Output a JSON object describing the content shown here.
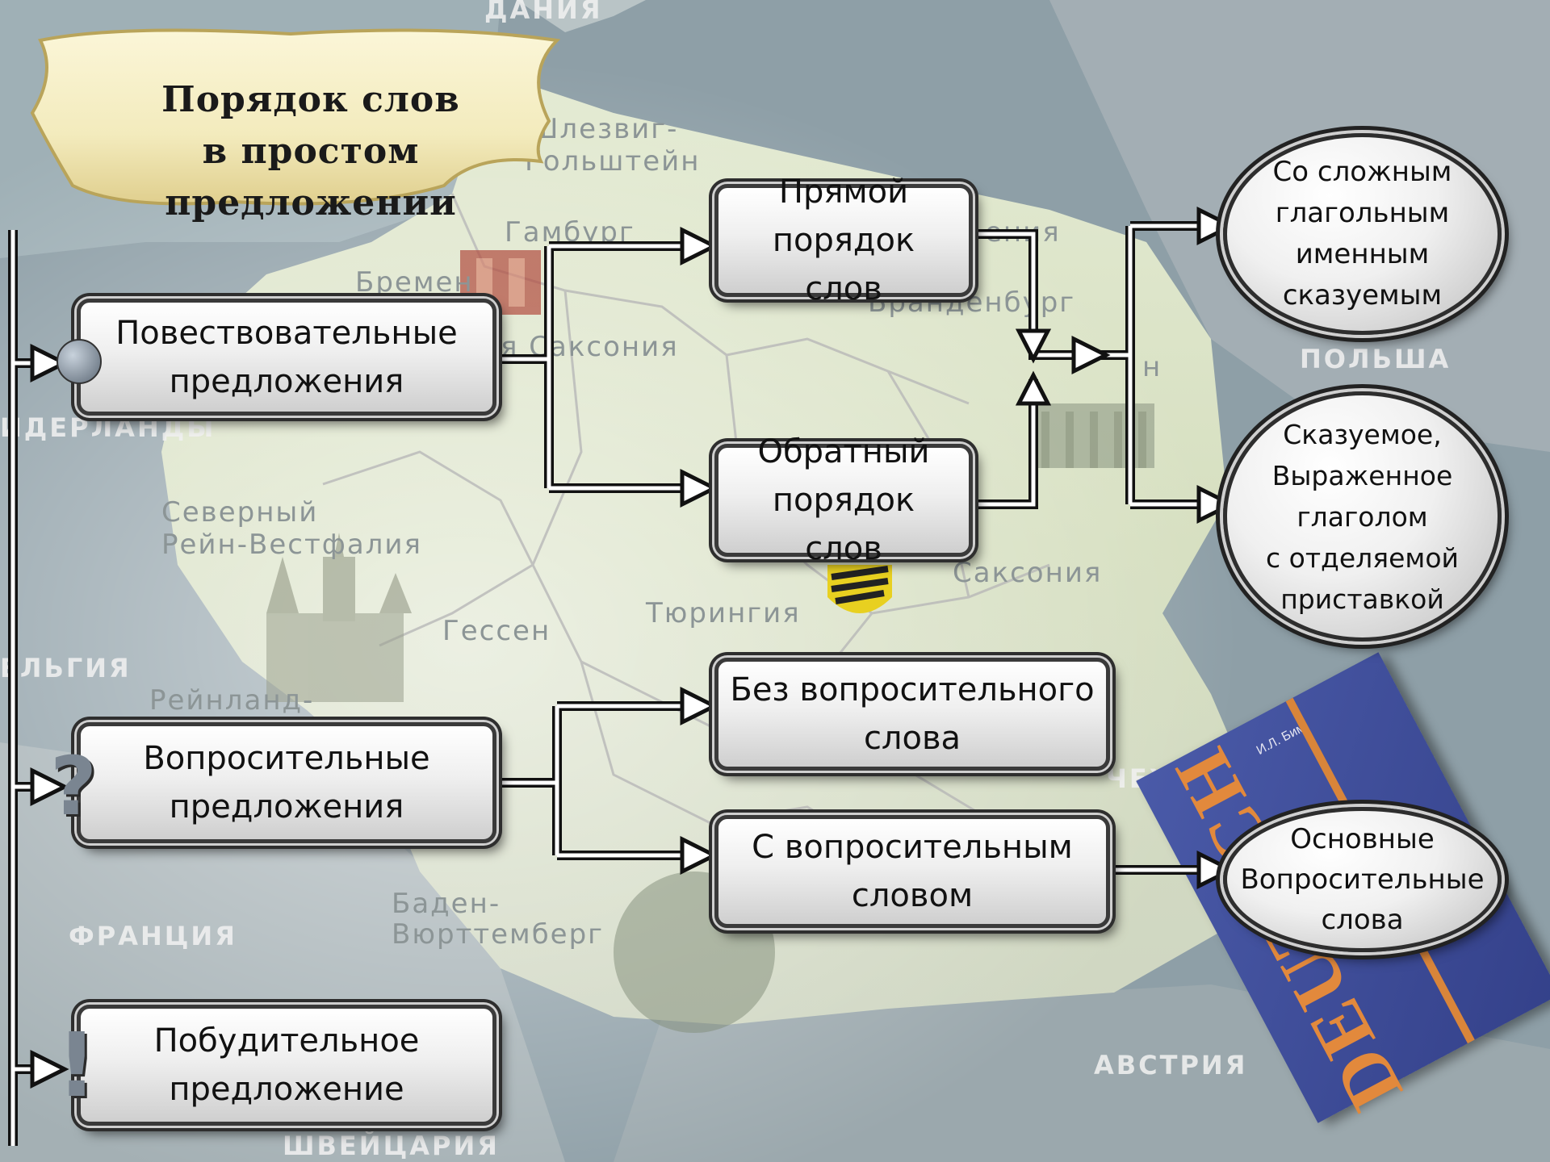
{
  "title": {
    "line1": "Порядок слов",
    "line2": "в простом предложении"
  },
  "map_labels": {
    "denmark": "ДАНИЯ",
    "schleswig_1": "Шлезвиг-",
    "schleswig_2": "Гольштейн",
    "hamburg": "Гамбург",
    "bremen": "Бремен",
    "mecklenburg": "ения",
    "brandenburg": "Бранденбург",
    "lower_saxony": "я Саксония",
    "berlin": "н",
    "netherlands": "ИДЕРЛАНДЫ",
    "nrw_1": "Северный",
    "nrw_2": "Рейн-Вестфалия",
    "saxony": "Саксония",
    "thuringia": "Тюрингия",
    "hesse": "Гессен",
    "belgium": "ЕЛЬГИЯ",
    "rhineland": "Рейнланд-",
    "czech": "ЧЕХИЯ",
    "baden_1": "Баден-",
    "baden_2": "Вюрттемберг",
    "france": "ФРАНЦИЯ",
    "austria": "АВСТРИЯ",
    "switzerland": "ШВЕЙЦАРИЯ",
    "poland": "ПОЛЬША"
  },
  "nodes": {
    "declarative": {
      "line1": "Повествовательные",
      "line2": "предложения"
    },
    "interrogative": {
      "line1": "Вопросительные",
      "line2": "предложения"
    },
    "imperative": {
      "line1": "Побудительное",
      "line2": "предложение"
    },
    "direct_order": {
      "line1": "Прямой",
      "line2": "порядок слов"
    },
    "inverted_order": {
      "line1": "Обратный",
      "line2": "порядок слов"
    },
    "no_question_word": {
      "line1": "Без вопросительного",
      "line2": "слова"
    },
    "with_question_word": {
      "line1": "С вопросительным",
      "line2": "словом"
    }
  },
  "ovals": {
    "compound_predicate": {
      "lines": [
        "Со сложным",
        "глагольным",
        "именным",
        "сказуемым"
      ]
    },
    "separable_prefix": {
      "lines": [
        "Сказуемое,",
        "Выраженное",
        "глаголом",
        "с отделяемой",
        "приставкой"
      ]
    },
    "question_words": {
      "lines": [
        "Основные",
        "Вопросительные",
        "слова"
      ]
    }
  },
  "book": {
    "spine_text": "DEUTSCH",
    "author": "И.Л. Бим"
  },
  "colors": {
    "sea": "#8fa0a8",
    "land": "#d9e2c8",
    "arrow": "#1f1f1f",
    "box_border": "#3a3a3a",
    "book_blue": "#3f4f9a",
    "book_orange": "#d9853a"
  },
  "icons": [
    "bullet-circle-icon",
    "question-mark-icon",
    "exclamation-mark-icon"
  ]
}
